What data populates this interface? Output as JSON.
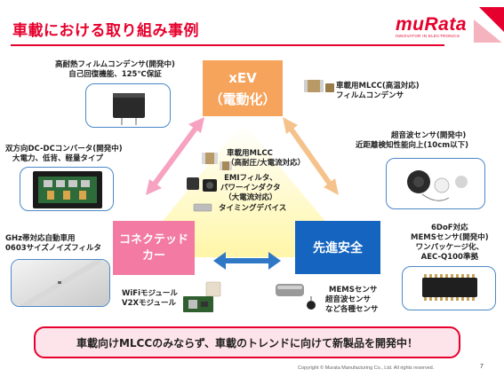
{
  "title": "車載における取り組み事例",
  "logo": {
    "word": "muRata",
    "tagline": "INNOVATOR IN ELECTRONICS"
  },
  "segments": {
    "xev": {
      "line1": "xEV",
      "line2": "（電動化）"
    },
    "connected": {
      "line1": "コネクテッド",
      "line2": "カー"
    },
    "safety": {
      "label": "先進安全"
    }
  },
  "center": {
    "mlcc": [
      "車載用MLCC",
      "（高耐圧/大電流対応）"
    ],
    "emi": [
      "EMIフィルタ、",
      "パワーインダクタ",
      "（大電流対応）"
    ],
    "timing": "タイミングデバイス"
  },
  "products": {
    "film_capacitor": [
      "高耐熱フィルムコンデンサ(開発中)",
      "自己回復機能、125℃保証"
    ],
    "mlcc_film": [
      "車載用MLCC(高温対応)",
      "フィルムコンデンサ"
    ],
    "dcdc": [
      "双方向DC-DCコンバータ(開発中)",
      "大電力、低背、軽量タイプ"
    ],
    "ultrasonic": [
      "超音波センサ(開発中)",
      "近距離検知性能向上(10cm以下)"
    ],
    "noise_filter": [
      "GHz帯対応自動車用",
      "0603サイズノイズフィルタ"
    ],
    "mems_6dof": [
      "6DoF対応",
      "MEMSセンサ(開発中)",
      "ワンパッケージ化、",
      "AEC-Q100準拠"
    ],
    "wifi": [
      "WiFiモジュール",
      "V2Xモジュール"
    ],
    "sensors": [
      "MEMSセンサ",
      "超音波センサ",
      "など各種センサ"
    ]
  },
  "banner": "車載向けMLCCのみならず、車載のトレンドに向けて新製品を開発中！",
  "footer": {
    "copyright": "Copyright © Murata Manufacturing Co., Ltd. All rights reserved.",
    "page": "7"
  },
  "colors": {
    "brand_red": "#e6002d",
    "xev_orange": "#f6a35b",
    "connected_pink": "#f27aa3",
    "safety_blue": "#1565c0",
    "bubble_border": "#4a88c7",
    "triangle_fill": "#fff7b3"
  }
}
